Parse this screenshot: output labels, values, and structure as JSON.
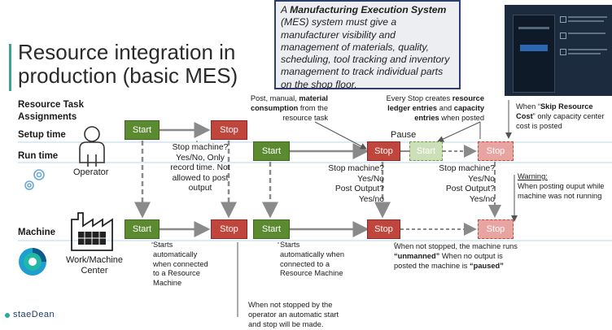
{
  "title": "Resource integration in production (basic MES)",
  "mes_box": {
    "bold": "Manufacturing Execution System",
    "pre": "A ",
    "text": " (MES) system must give a manufacturer visibility and management of materials, quality, scheduling, tool tracking and inventory management to track individual parts on the shop floor."
  },
  "rows": {
    "assignments": "Resource Task Assignments",
    "setup": "Setup time",
    "run": "Run time",
    "machine": "Machine"
  },
  "actors": {
    "operator": "Operator",
    "work_center": "Work/Machine Center"
  },
  "boxes": {
    "start": "Start",
    "stop": "Stop"
  },
  "labels": {
    "pause": "Pause",
    "stop_q1": "Stop machine? Yes/No, Only record time. Not allowed to post output",
    "stop_q2": [
      "Stop machine?",
      "Yes/No",
      "Post Output?",
      "Yes/no"
    ],
    "stop_q3": [
      "Stop machine?",
      "Yes/No",
      "Post Output?",
      "Yes/no"
    ],
    "starts_auto": "Starts automatically when connected to a Resource Machine",
    "when_not_stopped": "When not stopped by the operator an automatic start and stop will be made."
  },
  "notes": {
    "post_manual": {
      "a": "Post, manual, ",
      "b": "material consumption",
      "c": " from the resource task"
    },
    "every_stop": {
      "a": "Every Stop creates ",
      "b": "resource ledger entries",
      "c": " and ",
      "d": "capacity entries",
      "e": " when posted"
    },
    "skip_cost": {
      "a": "When “",
      "b": "Skip Resource Cost",
      "c": "” only capacity center cost is posted"
    },
    "warning_title": "Warning:",
    "warning_text": "When posting ouput while machine was not running",
    "unmanned": {
      "a": "When not stopped, the machine runs ",
      "b": "“unmanned”",
      "c": " When no output is posted the machine is ",
      "d": "“paused”"
    }
  },
  "brand": "staeDean",
  "colors": {
    "start": "#5b8a30",
    "stop": "#c0453c",
    "accent": "#3aa39b",
    "mes_border": "#2a3f6b"
  }
}
